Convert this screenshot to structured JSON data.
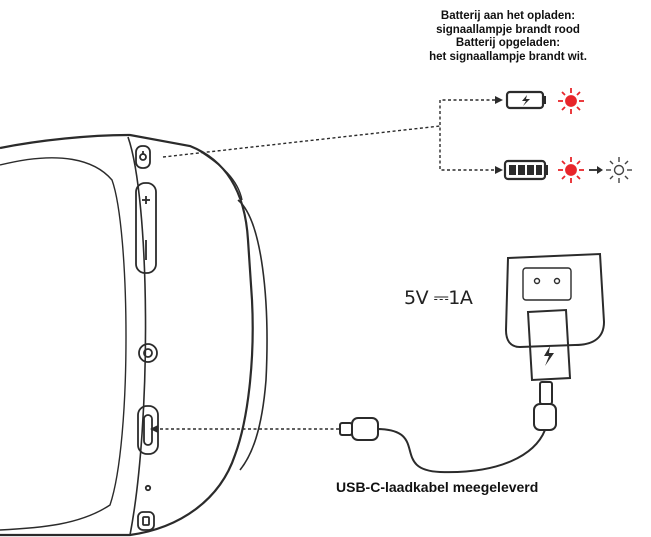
{
  "caption": {
    "line1": "Batterij aan het opladen:",
    "line2": "signaallampje brandt rood",
    "line3": "Batterij opgeladen:",
    "line4": "het signaallampje brandt wit."
  },
  "charger_spec": "5V ⎓1A",
  "cable_label": "USB-C-laadkabel meegeleverd",
  "colors": {
    "line": "#2b2b2b",
    "led_red": "#e8262b",
    "led_white": "#444444"
  },
  "icons": [
    "battery-charging-icon",
    "battery-full-icon",
    "red-light-icon",
    "white-light-icon",
    "arrow-right-icon",
    "lightning-icon"
  ]
}
